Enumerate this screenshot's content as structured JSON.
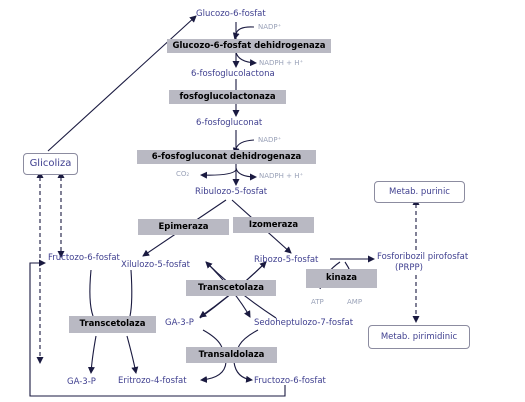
{
  "metabolites": {
    "g6p": "Glucozo-6-fosfat",
    "lactona": "6-fosfoglucolactona",
    "gluconat": "6-fosfogluconat",
    "ribulozo": "Ribulozo-5-fosfat",
    "f6p_left": "Fructozo-6-fosfat",
    "xilulozo": "Xilulozo-5-fosfat",
    "ribozo": "Ribozo-5-fosfat",
    "prpp": "Fosforibozil pirofosfat",
    "prpp_abbr": "(PRPP)",
    "ga3p_mid": "GA-3-P",
    "sedo": "Sedoheptulozo-7-fosfat",
    "ga3p_bottom": "GA-3-P",
    "eritrozo": "Eritrozo-4-fosfat",
    "f6p_bottom": "Fructozo-6-fosfat"
  },
  "cofactors": {
    "nadp_1": "NADP⁺",
    "nadph_1": "NADPH + H⁺",
    "nadp_2": "NADP⁺",
    "co2": "CO₂",
    "nadph_2": "NADPH + H⁺",
    "atp": "ATP",
    "amp": "AMP"
  },
  "enzymes": {
    "g6pdh": "Glucozo-6-fosfat dehidrogenaza",
    "lactonaza": "fosfoglucolactonaza",
    "pgdh": "6-fosfogluconat dehidrogenaza",
    "epimeraza": "Epimeraza",
    "izomeraza": "Izomeraza",
    "kinaza": "kinaza",
    "transcetolaza_mid": "Transcetolaza",
    "transcetolaza_left": "Transcetolaza",
    "transaldolaza": "Transaldolaza"
  },
  "boxes": {
    "glicoliza": "Glicoliza",
    "purinic": "Metab. purinic",
    "pirimidinic": "Metab. pirimidinic"
  },
  "colors": {
    "text": "#3f3f8f",
    "cofactor": "#9aa2b8",
    "enzyme_fill": "#b9b9c3",
    "arrow": "#1a1a40"
  }
}
